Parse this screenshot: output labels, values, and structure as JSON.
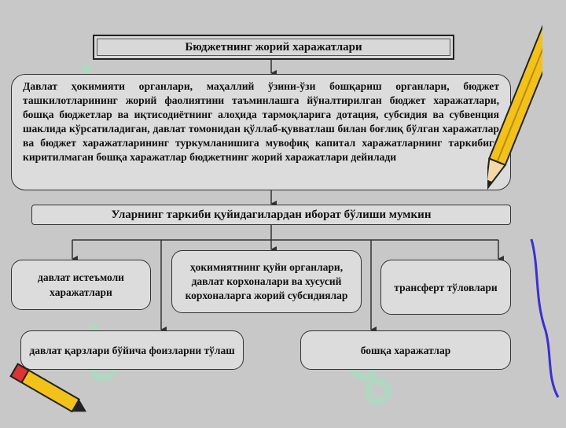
{
  "diagram": {
    "title": "Бюджетнинг жорий харажатлари",
    "definition": "Давлат ҳокимияти органлари, маҳаллий ўзини-ўзи бошқариш органлари, бюджет ташкилотларининг жорий фаолиятини таъминлашга йўналтирилган бюджет харажатлари, бошқа бюджетлар ва иқтисодиётнинг алоҳида тармоқларига дотация, субсидия ва субвенция шаклида кўрсатиладиган, давлат томонидан қўллаб-қувватлаш билан боғлиқ бўлган харажатлар ва бюджет харажатларининг туркумланишига мувофиқ капитал харажатларнинг таркибига киритилмаган бошқа харажатлар бюджетнинг жорий харажатлари дейилади",
    "structure_label": "Уларнинг таркиби қуйидагилардан иборат бўлиши мумкин",
    "items": [
      "давлат истеъмоли харажатлари",
      "ҳокимиятнинг қуйи органлари, давлат корхоналари ва хусусий корхоналарга жорий субсидиялар",
      "трансферт тўловлари",
      "давлат қарзлари бўйича фоизларни тўлаш",
      "бошқа харажатлар"
    ]
  },
  "colors": {
    "background": "#c8c8c8",
    "box_fill": "#dcdcdc",
    "line": "#333333"
  }
}
